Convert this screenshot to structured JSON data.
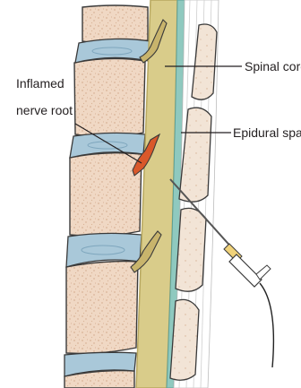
{
  "figure": {
    "labels": {
      "inflamed_line1": "Inflamed",
      "inflamed_line2": "nerve root",
      "spinal_cord": "Spinal cord",
      "epidural_space": "Epidural space"
    },
    "colors": {
      "bone_fill": "#f0d8c4",
      "bone_speckle": "#d9b396",
      "disc": "#a9c8d9",
      "cord": "#d9cc8a",
      "cord_edge": "#b8a860",
      "epidural": "#8fc9bf",
      "nerve_root": "#c8b46c",
      "inflamed": "#d9582a",
      "outline": "#3a3a3a",
      "needle": "#555555",
      "syringe_hub": "#f0d27a"
    }
  }
}
